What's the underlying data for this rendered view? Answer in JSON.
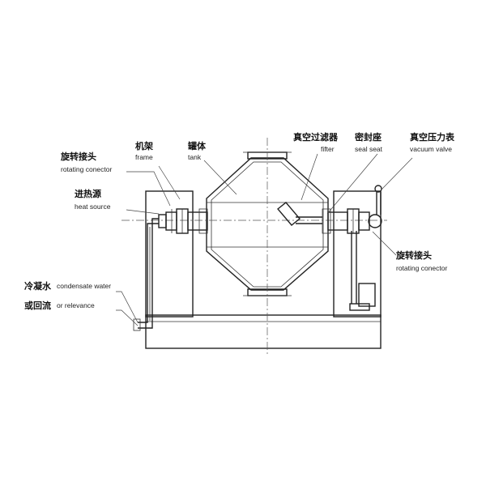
{
  "labels": {
    "frame": {
      "cn": "机架",
      "en": "frame"
    },
    "tank": {
      "cn": "罐体",
      "en": "tank"
    },
    "filter": {
      "cn": "真空过滤器",
      "en": "fifter"
    },
    "seal_seat": {
      "cn": "密封座",
      "en": "seal seat"
    },
    "vacuum_gauge": {
      "cn": "真空压力表",
      "en": "vacuum valve"
    },
    "rotating_left": {
      "cn": "旋转接头",
      "en": "rotating conector"
    },
    "heat_source": {
      "cn": "进热源",
      "en": "heat source"
    },
    "rotating_right": {
      "cn": "旋转接头",
      "en": "rotating conector"
    },
    "condensate": {
      "cn": "冷凝水",
      "en": "condensate water"
    },
    "relevance": {
      "cn": "或回流",
      "en": "or relevance"
    }
  }
}
